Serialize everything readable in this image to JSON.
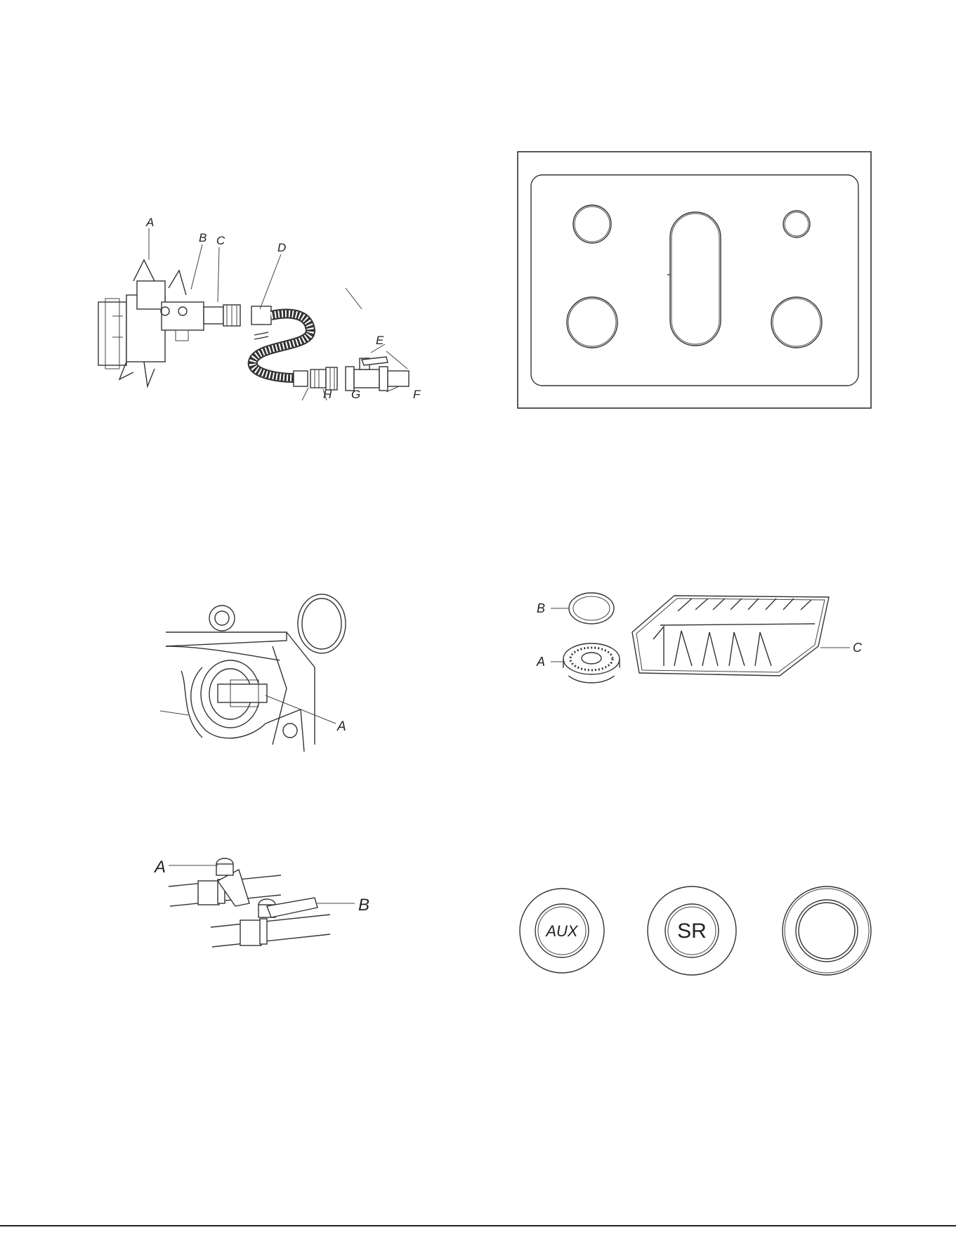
{
  "fig1": {
    "labels": {
      "A": "A",
      "B": "B",
      "C": "C",
      "D": "D",
      "E": "E",
      "F": "F",
      "G": "G",
      "H": "H"
    }
  },
  "fig3": {
    "labels": {
      "A": "A"
    }
  },
  "fig4": {
    "labels": {
      "A": "A",
      "B": "B"
    }
  },
  "fig5": {
    "labels": {
      "A": "A",
      "B": "B",
      "C": "C"
    }
  },
  "fig6": {
    "caps": {
      "aux": "AUX",
      "sr": "SR"
    }
  },
  "footer": {
    "text": ""
  }
}
